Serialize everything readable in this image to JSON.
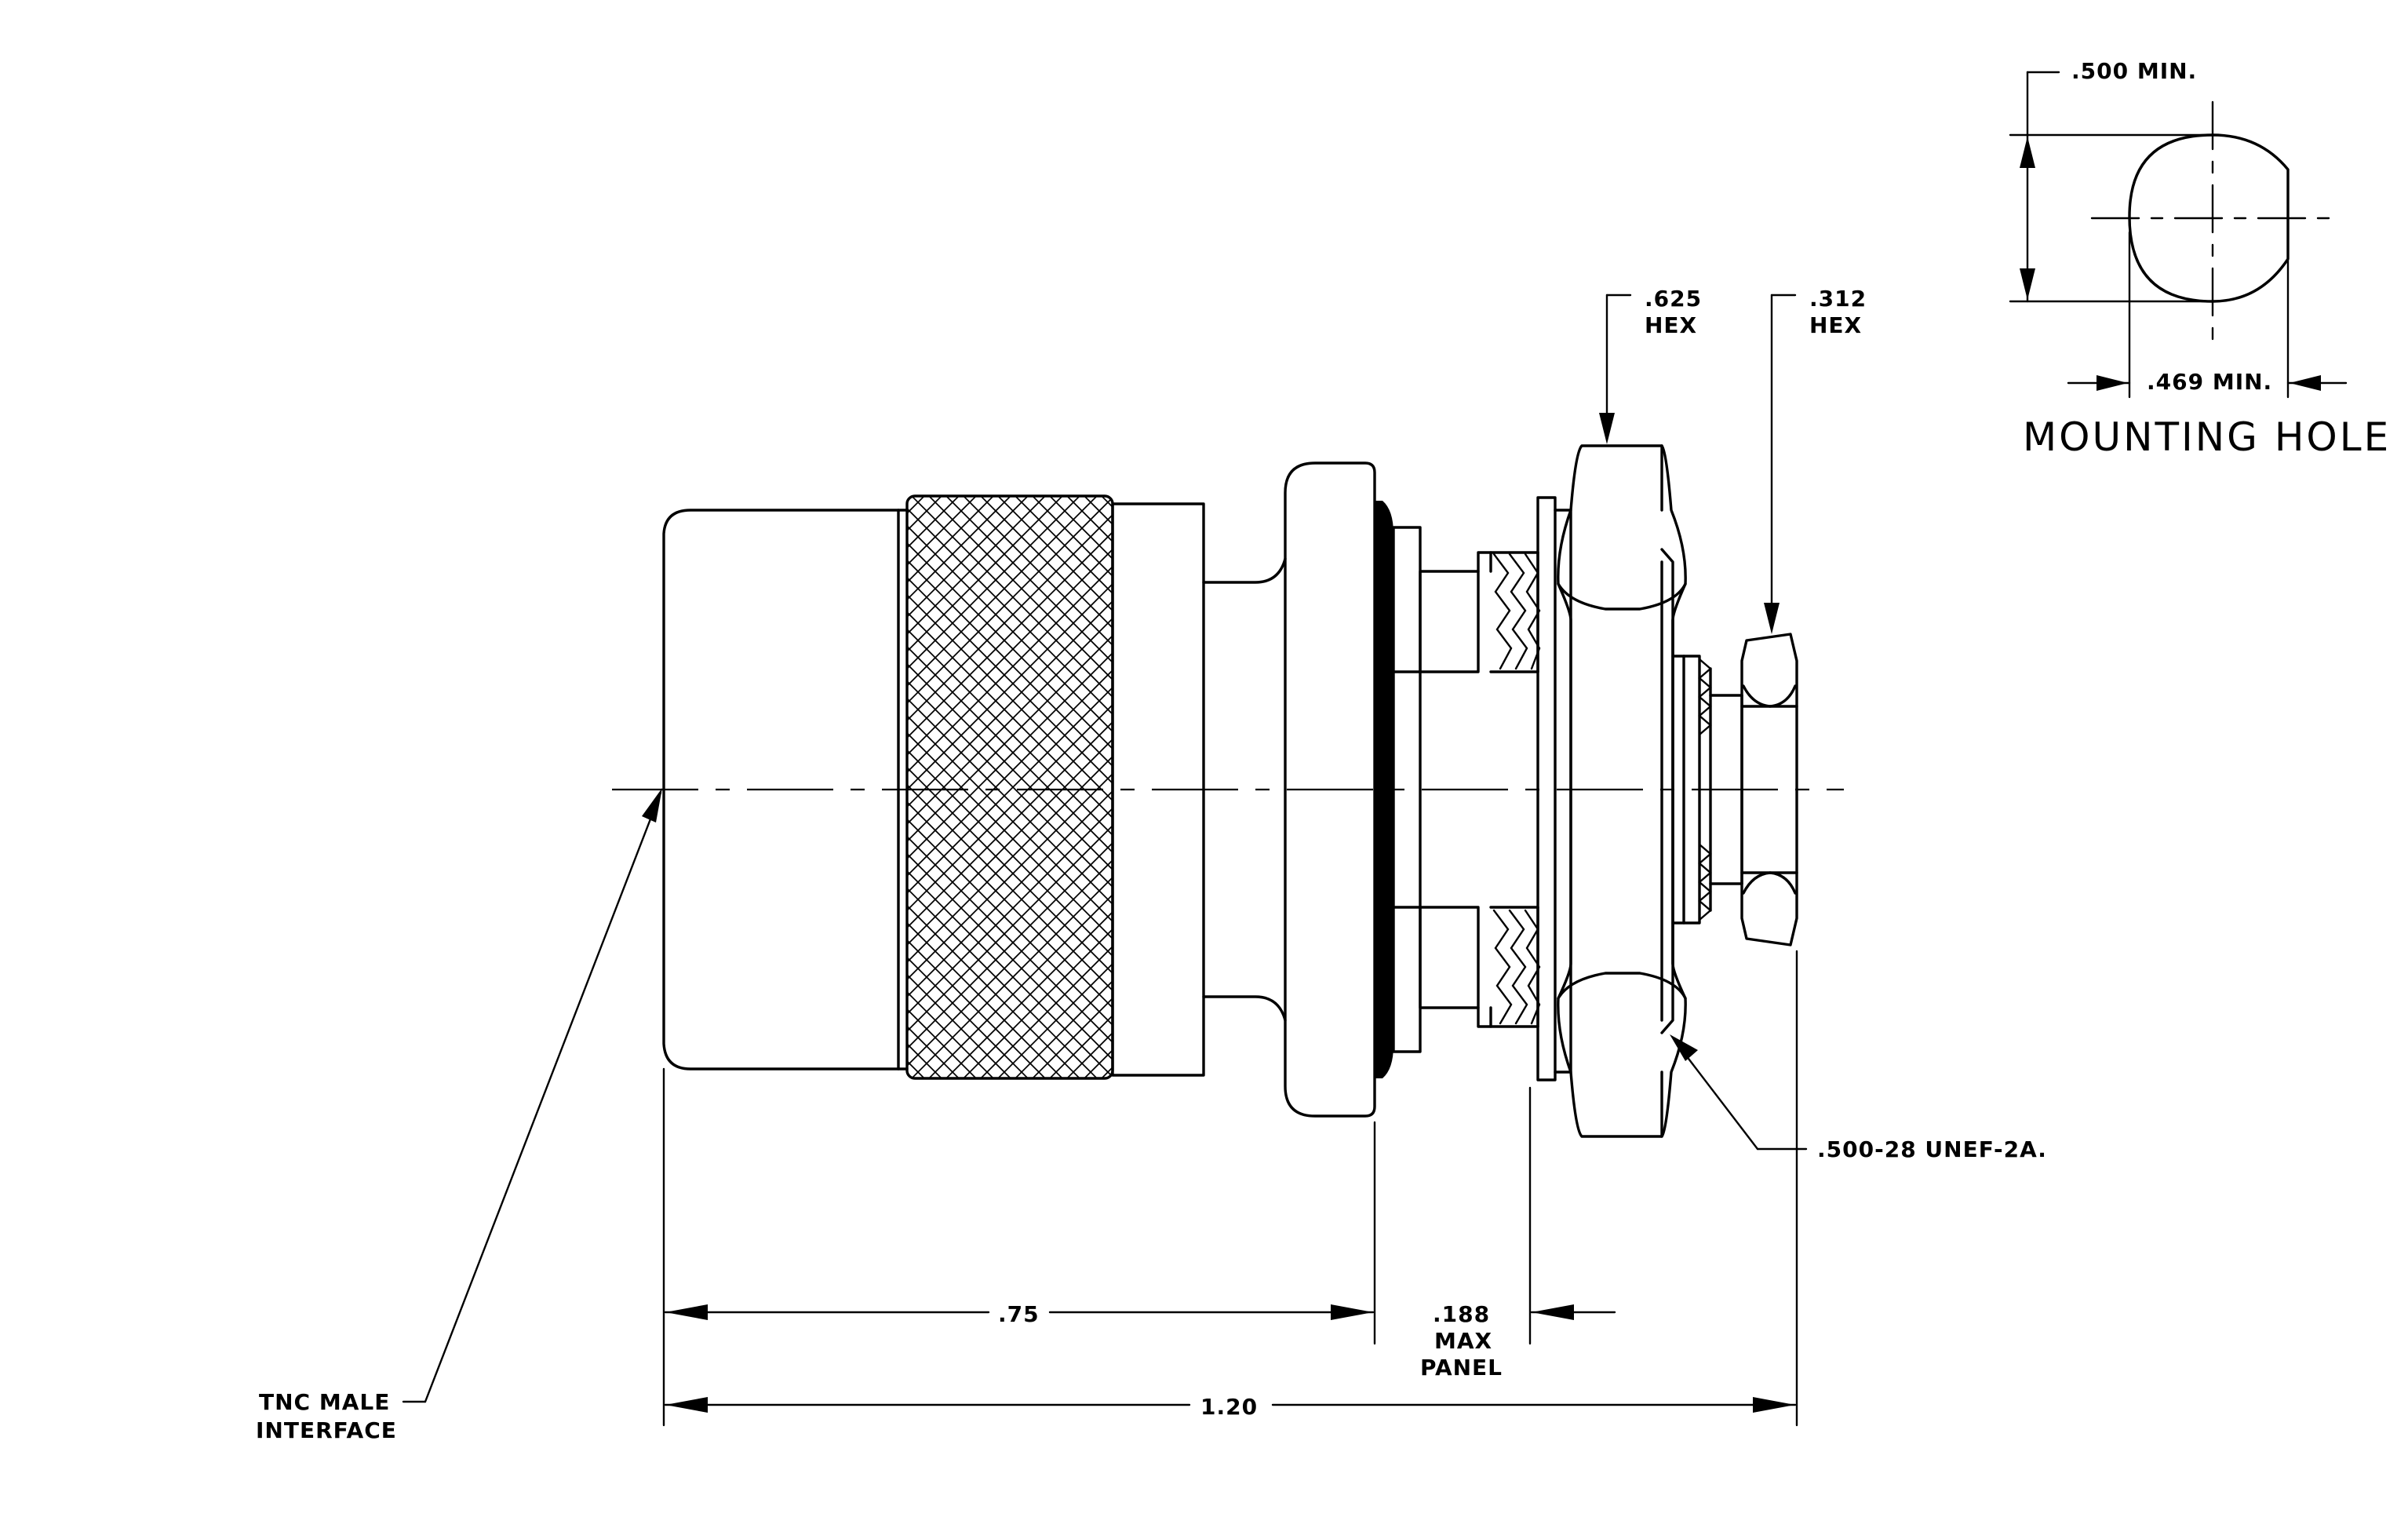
{
  "labels": {
    "hex_625": ".625",
    "hex_625_unit": "HEX",
    "hex_312": ".312",
    "hex_312_unit": "HEX",
    "mount_500": ".500 MIN.",
    "mount_469": ".469 MIN.",
    "mounting_hole": "MOUNTING HOLE",
    "thread": ".500-28 UNEF-2A.",
    "tnc_line1": "TNC MALE",
    "tnc_line2": "INTERFACE",
    "dim_075": ".75",
    "dim_188": ".188",
    "dim_188_line2": "MAX",
    "dim_188_line3": "PANEL",
    "dim_120": "1.20"
  }
}
